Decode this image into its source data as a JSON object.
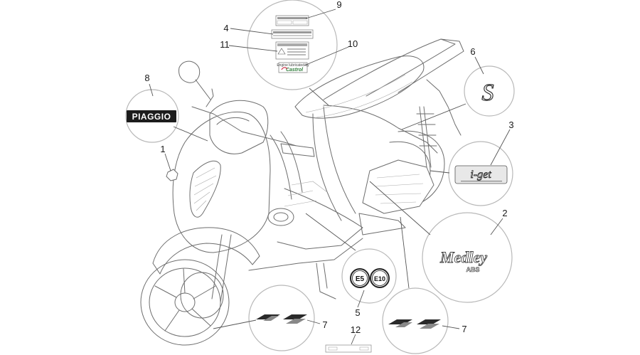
{
  "callouts": [
    {
      "number": "1"
    },
    {
      "number": "2"
    },
    {
      "number": "3"
    },
    {
      "number": "4"
    },
    {
      "number": "5"
    },
    {
      "number": "6"
    },
    {
      "number": "7"
    },
    {
      "number": "7"
    },
    {
      "number": "8"
    },
    {
      "number": "9"
    },
    {
      "number": "10"
    },
    {
      "number": "11"
    },
    {
      "number": "12"
    }
  ],
  "decals": {
    "brand_logo": "PIAGGIO",
    "model_badge": "S",
    "engine_badge": "i-get",
    "model_name": "Medley",
    "model_sub": "ABS",
    "fuel_e5": "E5",
    "fuel_e10": "E10",
    "castrol_top": "Engine lubricated by",
    "castrol_brand": "Castrol"
  },
  "colors": {
    "line": "#6d6d6d",
    "circle": "#b8b8b8",
    "logo_bg": "#1c1c1c",
    "castrol_green": "#2f7d3a",
    "castrol_red": "#c8102e"
  }
}
